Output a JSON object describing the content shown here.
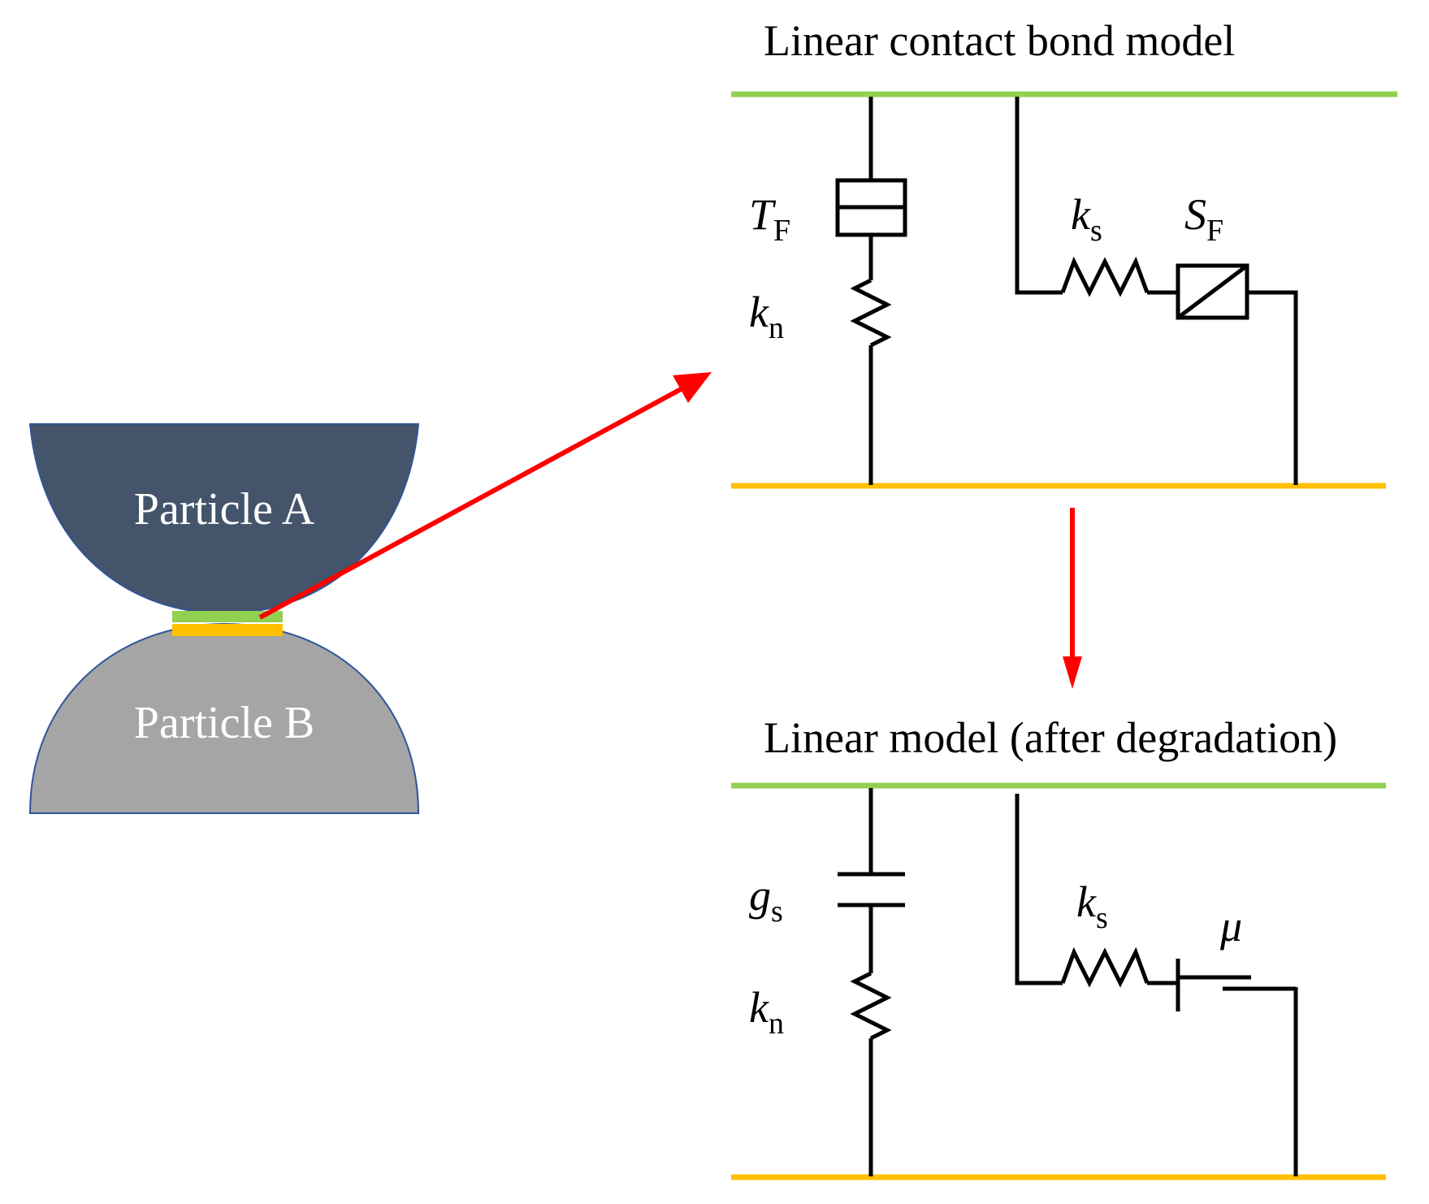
{
  "colors": {
    "particle_a": "#44546a",
    "particle_b": "#a5a5a5",
    "particle_outline": "#2f5597",
    "green_contact": "#92d050",
    "yellow_contact": "#ffc000",
    "arrow": "#ff0000",
    "circuit_line": "#000000"
  },
  "particles": {
    "a_label": "Particle A",
    "b_label": "Particle B"
  },
  "top_model": {
    "title": "Linear contact bond model",
    "tf": {
      "main": "T",
      "sub": "F"
    },
    "kn": {
      "main": "k",
      "sub": "n"
    },
    "ks": {
      "main": "k",
      "sub": "s"
    },
    "sf": {
      "main": "S",
      "sub": "F"
    }
  },
  "bottom_model": {
    "title": "Linear model (after degradation)",
    "gs": {
      "main": "g",
      "sub": "s"
    },
    "kn": {
      "main": "k",
      "sub": "n"
    },
    "ks": {
      "main": "k",
      "sub": "s"
    },
    "mu": "μ"
  },
  "icons": {
    "tension_limit": "slot-element-icon",
    "shear_limit": "slider-element-icon",
    "normal_spring": "spring-icon",
    "shear_spring": "spring-icon",
    "gap": "gap-capacitor-icon",
    "friction": "friction-slider-icon"
  }
}
